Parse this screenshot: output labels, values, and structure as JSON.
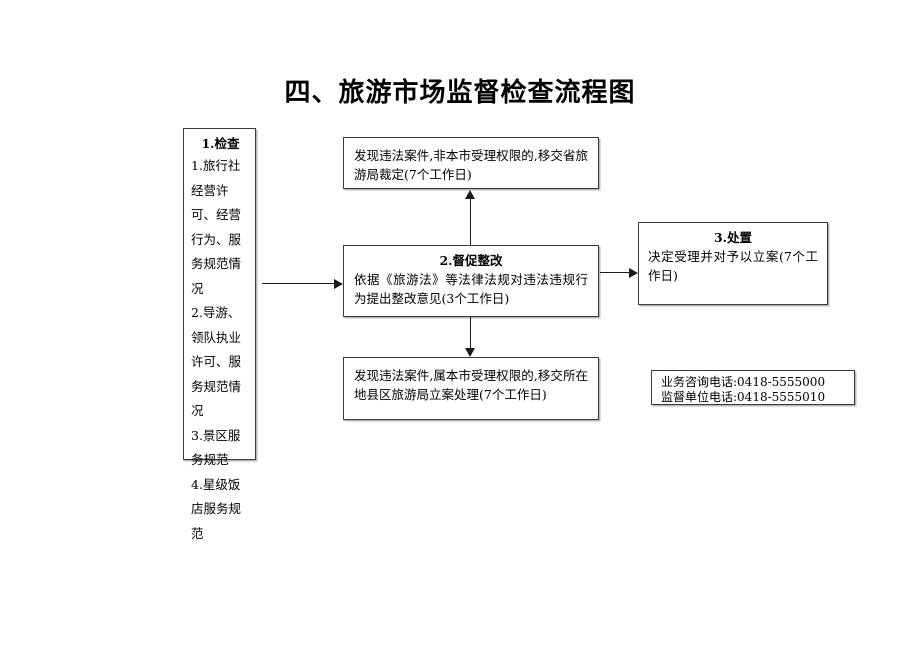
{
  "page": {
    "title": "四、旅游市场监督检查流程图"
  },
  "checklist": {
    "heading": "1.检查",
    "items": [
      "1.旅行社经营许可、经营行为、服务规范情况",
      "2.导游、领队执业许可、服务规范情况",
      "3.景区服务规范",
      "4.星级饭店服务规范"
    ]
  },
  "nodes": {
    "transfer_province": {
      "heading": "",
      "text": "发现违法案件,非本市受理权限的,移交省旅游局裁定(7个工作日)"
    },
    "supervise": {
      "heading": "2.督促整改",
      "text": "依据《旅游法》等法律法规对违法违规行为提出整改意见(3个工作日)"
    },
    "transfer_county": {
      "heading": "",
      "text": "发现违法案件,属本市受理权限的,移交所在地县区旅游局立案处理(7个工作日)"
    },
    "disposal": {
      "heading": "3.处置",
      "text": "决定受理并对予以立案(7个工作日)"
    }
  },
  "contact": {
    "business_line": "业务咨询电话:0418-5555000",
    "supervision_line": "监督单位电话:0418-5555010"
  },
  "colors": {
    "border": "#3a3a3a",
    "shadow": "#b8b8b8",
    "connector": "#1a1a1a",
    "text": "#000000",
    "background": "#ffffff"
  }
}
